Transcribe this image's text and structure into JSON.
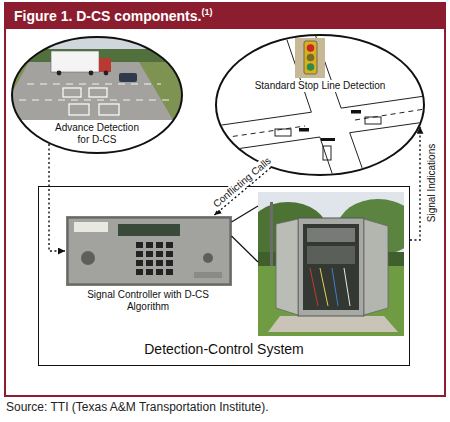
{
  "diagram": {
    "title": "Figure 1. D-CS components.",
    "caption": "Source: TTI (Texas A&M Transportation Institute).",
    "nodes": [
      {
        "text": [
          "Advance Detection for D-CS"
        ]
      },
      {
        "text": [
          "Standard Stop Line Detection"
        ]
      },
      {
        "text": [
          "Detection-Control System"
        ]
      },
      {
        "text": [
          "Signal Controller with D-CS Algorithm"
        ],
        "in": 2
      }
    ],
    "edges": [
      {
        "from": 0,
        "to": 3,
        "arrow": "to"
      },
      {
        "from": 1,
        "to": 3,
        "label": "Conflicting Calls",
        "arrow": "to"
      },
      {
        "from": 2,
        "to": 1,
        "label": "Signal Indications",
        "arrow": "to"
      }
    ],
    "labels": [
      "(1)"
    ]
  }
}
